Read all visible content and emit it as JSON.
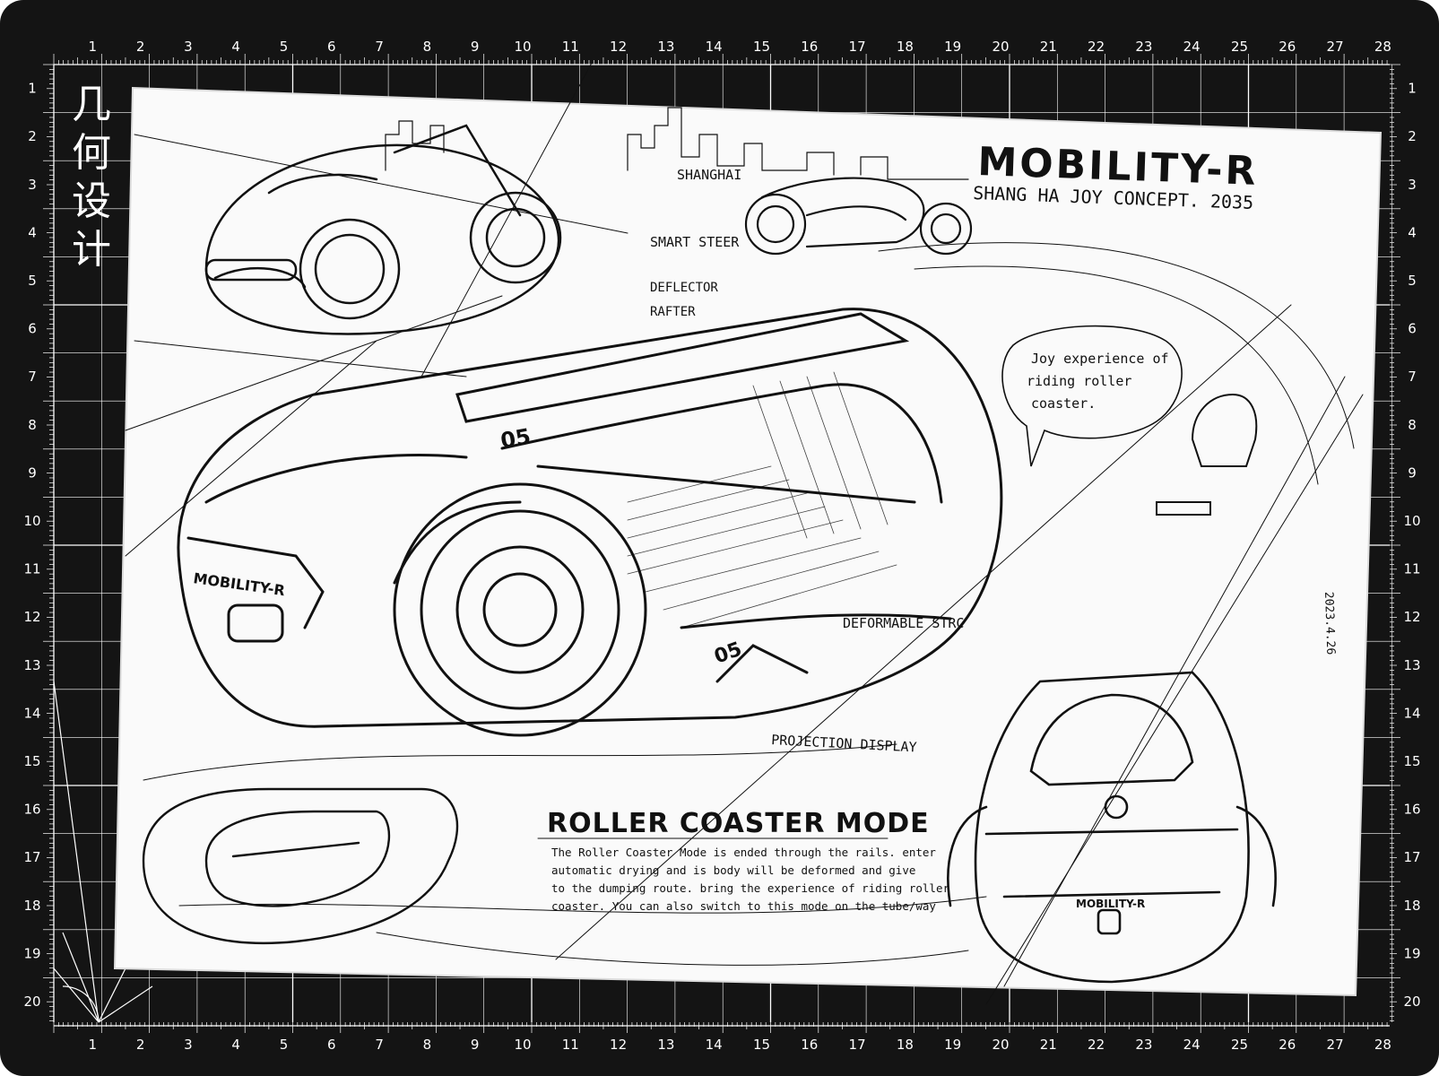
{
  "brand": {
    "vertical_title": "几何设计"
  },
  "mat": {
    "bg_color": "#141414",
    "line_color": "#ffffff",
    "top_ruler": [
      "1",
      "2",
      "3",
      "4",
      "5",
      "6",
      "7",
      "8",
      "9",
      "10",
      "11",
      "12",
      "13",
      "14",
      "15",
      "16",
      "17",
      "18",
      "19",
      "20",
      "21",
      "22",
      "23",
      "24",
      "25",
      "26",
      "27",
      "28"
    ],
    "side_ruler": [
      "1",
      "2",
      "3",
      "4",
      "5",
      "6",
      "7",
      "8",
      "9",
      "10",
      "11",
      "12",
      "13",
      "14",
      "15",
      "16",
      "17",
      "18",
      "19",
      "20"
    ]
  },
  "sketch": {
    "title": "MOBILITY-R",
    "subtitle": "SHANG HA JOY CONCEPT. 2035",
    "city_label": "SHANGHAI",
    "labels": {
      "smart_steer": "SMART STEER",
      "deflector": "DEFLECTOR",
      "rafter": "RAFTER",
      "deformable": "DEFORMABLE STRC",
      "projection": "PROJECTION DISPLAY",
      "car_badge": "MOBILITY-R",
      "number": "05",
      "rear_badge": "MOBILITY-R"
    },
    "bubble_text": [
      "Joy experience of",
      "riding roller",
      "coaster."
    ],
    "mode_title": "ROLLER COASTER MODE",
    "mode_text": [
      "The Roller Coaster Mode is ended through the rails. enter",
      "automatic drying and is body will be deformed and give",
      "to the dumping route. bring the experience of riding roller",
      "coaster. You can also switch to this mode on the tube/way"
    ],
    "signature": "2023.4.26"
  }
}
